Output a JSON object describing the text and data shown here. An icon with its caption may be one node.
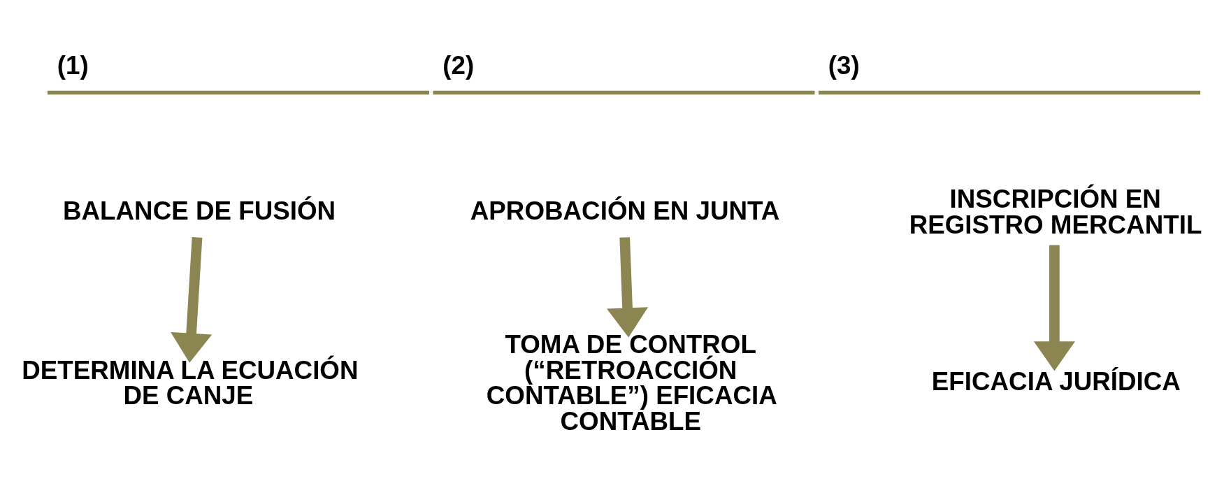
{
  "diagram": {
    "nodes": [
      {
        "text": [
          "BALANCE DE FUSIÓN"
        ]
      },
      {
        "text": [
          "DETERMINA LA ECUACIÓN DE CANJE"
        ]
      },
      {
        "text": [
          "APROBACIÓN EN JUNTA"
        ]
      },
      {
        "text": [
          "TOMA DE CONTROL (“RETROACCIÓN CONTABLE”) EFICACIA CONTABLE"
        ]
      },
      {
        "text": [
          "INSCRIPCIÓN EN REGISTRO MERCANTIL"
        ]
      },
      {
        "text": [
          "EFICACIA JURÍDICA"
        ]
      }
    ],
    "edges": [
      {
        "from": 0,
        "to": 1,
        "arrow": "to",
        "color": "#8b8551"
      },
      {
        "from": 2,
        "to": 3,
        "arrow": "to",
        "color": "#8b8551"
      },
      {
        "from": 4,
        "to": 5,
        "arrow": "to",
        "color": "#8b8551"
      }
    ],
    "labels": [
      "(1)",
      "(2)",
      "(3)"
    ]
  }
}
